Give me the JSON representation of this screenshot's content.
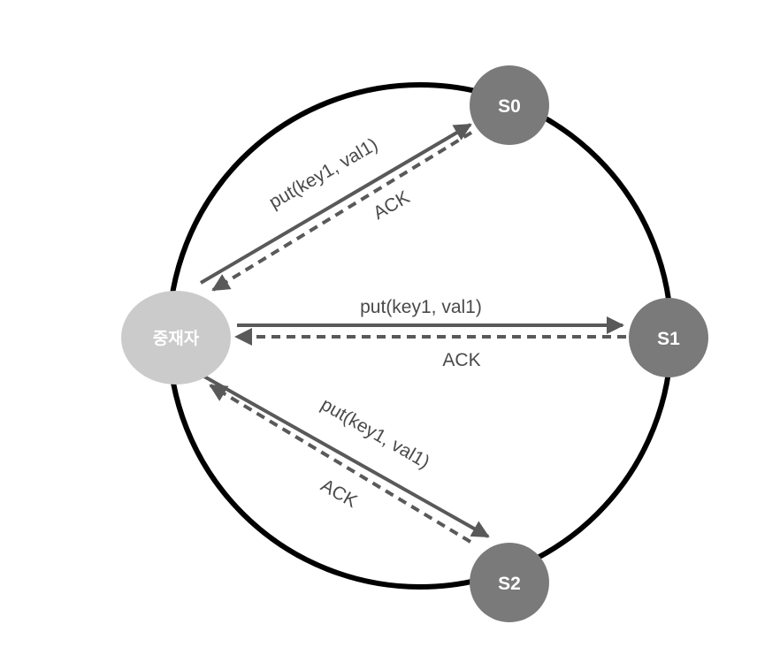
{
  "nodes": {
    "coordinator": {
      "label": "중재자",
      "fill": "#cbcbcb"
    },
    "s0": {
      "label": "S0",
      "fill": "#7a7a7a"
    },
    "s1": {
      "label": "S1",
      "fill": "#7a7a7a"
    },
    "s2": {
      "label": "S2",
      "fill": "#7a7a7a"
    }
  },
  "edges": {
    "to_s0": {
      "request": "put(key1, val1)",
      "response": "ACK"
    },
    "to_s1": {
      "request": "put(key1, val1)",
      "response": "ACK"
    },
    "to_s2": {
      "request": "put(key1, val1)",
      "response": "ACK"
    }
  },
  "colors": {
    "ring": "#000000",
    "arrow": "#595959",
    "text": "#4a4a4a"
  }
}
